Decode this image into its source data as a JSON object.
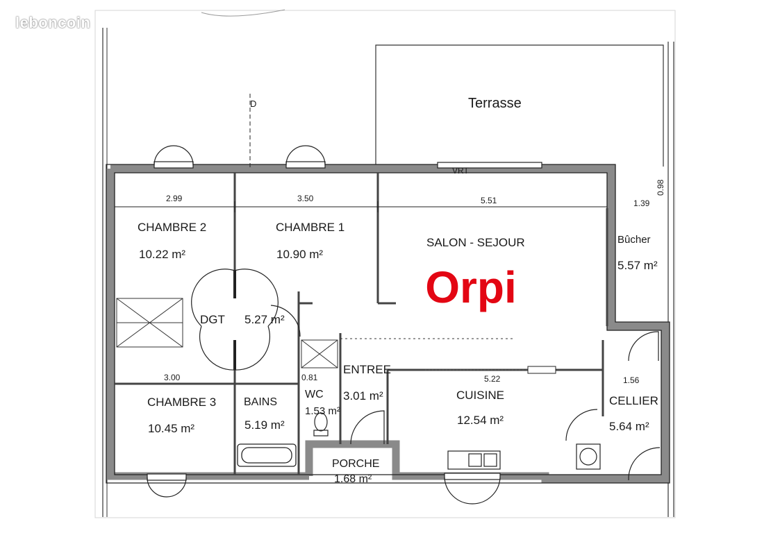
{
  "watermark": "leboncoin",
  "logo": {
    "text": "Orpi",
    "color": "#e30613"
  },
  "colors": {
    "wall": "#8a8a8a",
    "line": "#222222"
  },
  "rooms": {
    "terrasse": {
      "name": "Terrasse"
    },
    "chambre2": {
      "name": "CHAMBRE 2",
      "area": "10.22 m²"
    },
    "chambre1": {
      "name": "CHAMBRE 1",
      "area": "10.90 m²"
    },
    "salon": {
      "name": "SALON - SEJOUR"
    },
    "bucher": {
      "name": "Bûcher",
      "area": "5.57 m²"
    },
    "dgt": {
      "name": "DGT",
      "area": "5.27 m²"
    },
    "entree": {
      "name": "ENTREE",
      "area": "3.01 m²"
    },
    "chambre3": {
      "name": "CHAMBRE 3",
      "area": "10.45 m²"
    },
    "bains": {
      "name": "BAINS",
      "area": "5.19 m²"
    },
    "wc": {
      "name": "WC",
      "area": "1.53 m²"
    },
    "cuisine": {
      "name": "CUISINE",
      "area": "12.54 m²"
    },
    "cellier": {
      "name": "CELLIER",
      "area": "5.64 m²"
    },
    "porche": {
      "name": "PORCHE",
      "area": "1.68 m²"
    }
  },
  "dimensions": {
    "d299": "2.99",
    "d350": "3.50",
    "d551": "5.51",
    "d139": "1.39",
    "d098": "0.98",
    "d300": "3.00",
    "d081": "0.81",
    "d522": "5.22",
    "d156": "1.56"
  },
  "labels": {
    "vrt": "VRT",
    "d_mark": "D"
  }
}
